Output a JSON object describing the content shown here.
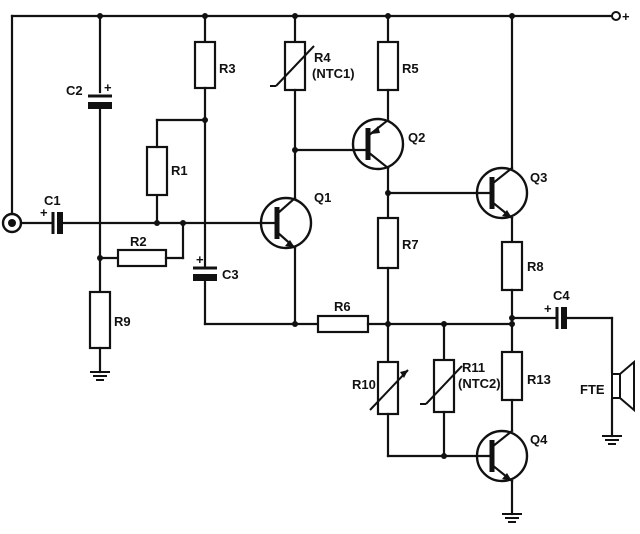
{
  "supply_label": "+",
  "components": {
    "C1": "C1",
    "C2": "C2",
    "C3": "C3",
    "C4": "C4",
    "R1": "R1",
    "R2": "R2",
    "R3": "R3",
    "R4": "R4",
    "R4_note": "(NTC1)",
    "R5": "R5",
    "R6": "R6",
    "R7": "R7",
    "R8": "R8",
    "R9": "R9",
    "R10": "R10",
    "R11": "R11",
    "R11_note": "(NTC2)",
    "R13": "R13",
    "Q1": "Q1",
    "Q2": "Q2",
    "Q3": "Q3",
    "Q4": "Q4",
    "FTE": "FTE"
  },
  "polarity_mark": "+"
}
